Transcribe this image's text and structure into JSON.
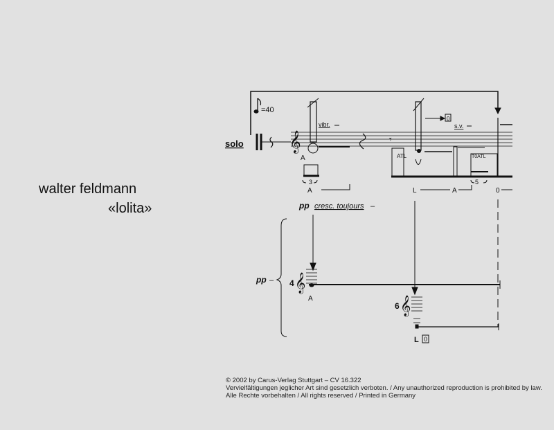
{
  "header": {
    "composer": "walter feldmann",
    "title": "«lolita»"
  },
  "score": {
    "instrument": "solo",
    "tempo": "=40",
    "vibr": "vibr.",
    "sv": "s.v.",
    "atl": "ATL",
    "toatl": "T0ATL",
    "tuplet3": "3",
    "tuplet5": "5",
    "label_A1": "A",
    "label_A2": "A",
    "label_A3": "A",
    "label_L1": "L",
    "label_0": "0",
    "box_0": "0",
    "dynamic1": "pp",
    "cresc": "cresc. toujours",
    "dash": "–",
    "dynamic2": "pp",
    "group4": "4",
    "group4_label": "A",
    "group6": "6",
    "group6_label": "L",
    "group6_box": "0"
  },
  "footer": {
    "line1": "© 2002 by Carus-Verlag Stuttgart – CV 16.322",
    "line2": "Vervielfältigungen jeglicher Art sind gesetzlich verboten. / Any unauthorized reproduction is prohibited by law.",
    "line3": "Alle Rechte vorbehalten / All rights reserved / Printed in Germany"
  }
}
